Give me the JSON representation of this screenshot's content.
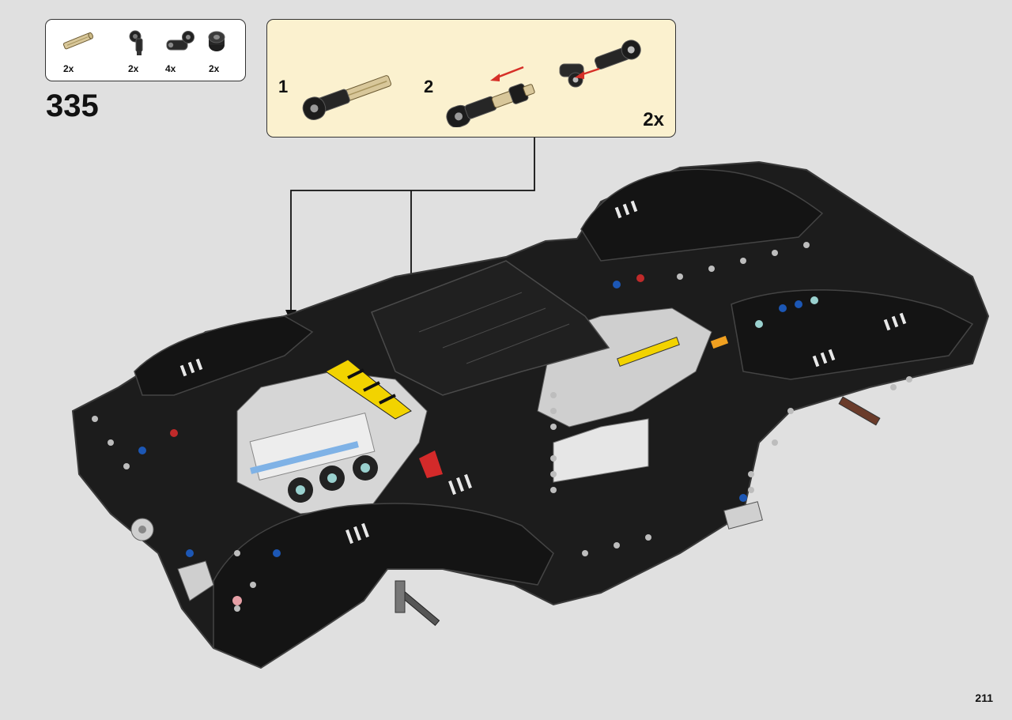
{
  "parts_list": {
    "items": [
      {
        "icon": "axle-connector-icon",
        "quantity": "2x"
      },
      {
        "icon": "axle-pin-icon",
        "quantity": "2x"
      },
      {
        "icon": "angle-connector-icon",
        "quantity": "4x"
      },
      {
        "icon": "bush-icon",
        "quantity": "2x"
      }
    ]
  },
  "step": {
    "number": "335"
  },
  "sub_assembly": {
    "steps": [
      {
        "number": "1",
        "icon": "axle-assembly-icon"
      },
      {
        "number": "2",
        "icon": "axle-extension-icon"
      }
    ],
    "quantity": "2x"
  },
  "colors": {
    "background": "#e0e0e0",
    "sub_assembly_fill": "#fbf1cf",
    "model_black": "#1c1c1c",
    "arrow_red": "#d63028",
    "tan": "#d8c79a"
  },
  "page": {
    "number": "211"
  }
}
